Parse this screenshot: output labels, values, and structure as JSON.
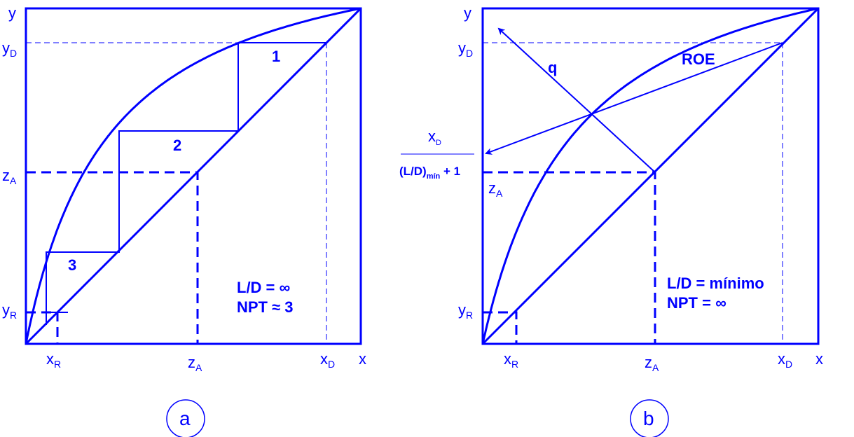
{
  "color": "#0000ff",
  "panel_a": {
    "axis_y": "y",
    "axis_x": "x",
    "y_labels": {
      "yD": [
        "y",
        "D"
      ],
      "zA": [
        "z",
        "A"
      ],
      "yR": [
        "y",
        "R"
      ]
    },
    "x_labels": {
      "xR": [
        "x",
        "R"
      ],
      "zA": [
        "z",
        "A"
      ],
      "xD": [
        "x",
        "D"
      ]
    },
    "steps": [
      "1",
      "2",
      "3"
    ],
    "line1": "L/D = ∞",
    "line2": "NPT ≈ 3",
    "caption": "a"
  },
  "panel_b": {
    "axis_y": "y",
    "axis_x": "x",
    "y_labels": {
      "yD": [
        "y",
        "D"
      ],
      "zA": [
        "z",
        "A"
      ],
      "yR": [
        "y",
        "R"
      ]
    },
    "x_labels": {
      "xR": [
        "x",
        "R"
      ],
      "zA": [
        "z",
        "A"
      ],
      "xD": [
        "x",
        "D"
      ]
    },
    "q_label": "q",
    "roe_label": "ROE",
    "fraction_num": [
      "x",
      "D"
    ],
    "fraction_den": [
      "(L/D)",
      "mín",
      " + 1"
    ],
    "line1": "L/D = mínimo",
    "line2": "NPT = ∞",
    "caption": "b"
  }
}
